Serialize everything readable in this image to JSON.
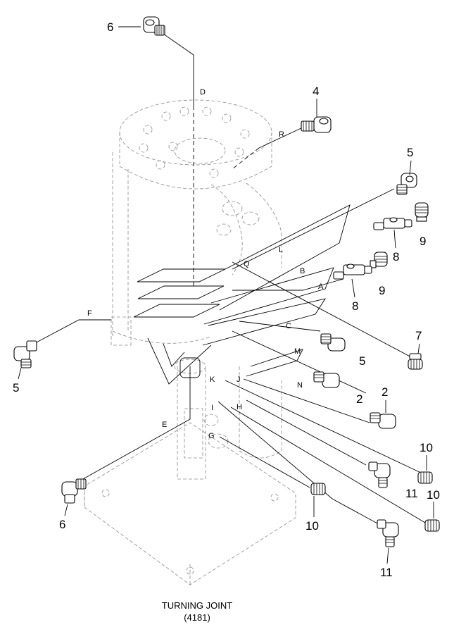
{
  "caption": {
    "title": "TURNING JOINT",
    "code": "(4181)"
  },
  "part_numbers": [
    {
      "id": "p6-top",
      "text": "6"
    },
    {
      "id": "p4",
      "text": "4"
    },
    {
      "id": "p5-right",
      "text": "5"
    },
    {
      "id": "p9-upper",
      "text": "9"
    },
    {
      "id": "p8-upper",
      "text": "8"
    },
    {
      "id": "p9-lower",
      "text": "9"
    },
    {
      "id": "p8-lower",
      "text": "8"
    },
    {
      "id": "p7",
      "text": "7"
    },
    {
      "id": "p5-mid",
      "text": "5"
    },
    {
      "id": "p5-left",
      "text": "5"
    },
    {
      "id": "p2-a",
      "text": "2"
    },
    {
      "id": "p2-b",
      "text": "2"
    },
    {
      "id": "p10-a",
      "text": "10"
    },
    {
      "id": "p11-a",
      "text": "11"
    },
    {
      "id": "p10-b",
      "text": "10"
    },
    {
      "id": "p10-c",
      "text": "10"
    },
    {
      "id": "p11-b",
      "text": "11"
    },
    {
      "id": "p6-bottom",
      "text": "6"
    }
  ],
  "line_letters": [
    {
      "id": "D",
      "text": "D"
    },
    {
      "id": "R",
      "text": "R"
    },
    {
      "id": "L",
      "text": "L"
    },
    {
      "id": "Q",
      "text": "Q"
    },
    {
      "id": "B",
      "text": "B"
    },
    {
      "id": "A",
      "text": "A"
    },
    {
      "id": "F",
      "text": "F"
    },
    {
      "id": "C",
      "text": "C"
    },
    {
      "id": "M",
      "text": "M"
    },
    {
      "id": "N",
      "text": "N"
    },
    {
      "id": "K",
      "text": "K"
    },
    {
      "id": "J",
      "text": "J"
    },
    {
      "id": "E",
      "text": "E"
    },
    {
      "id": "I",
      "text": "I"
    },
    {
      "id": "H",
      "text": "H"
    },
    {
      "id": "G",
      "text": "G"
    }
  ]
}
